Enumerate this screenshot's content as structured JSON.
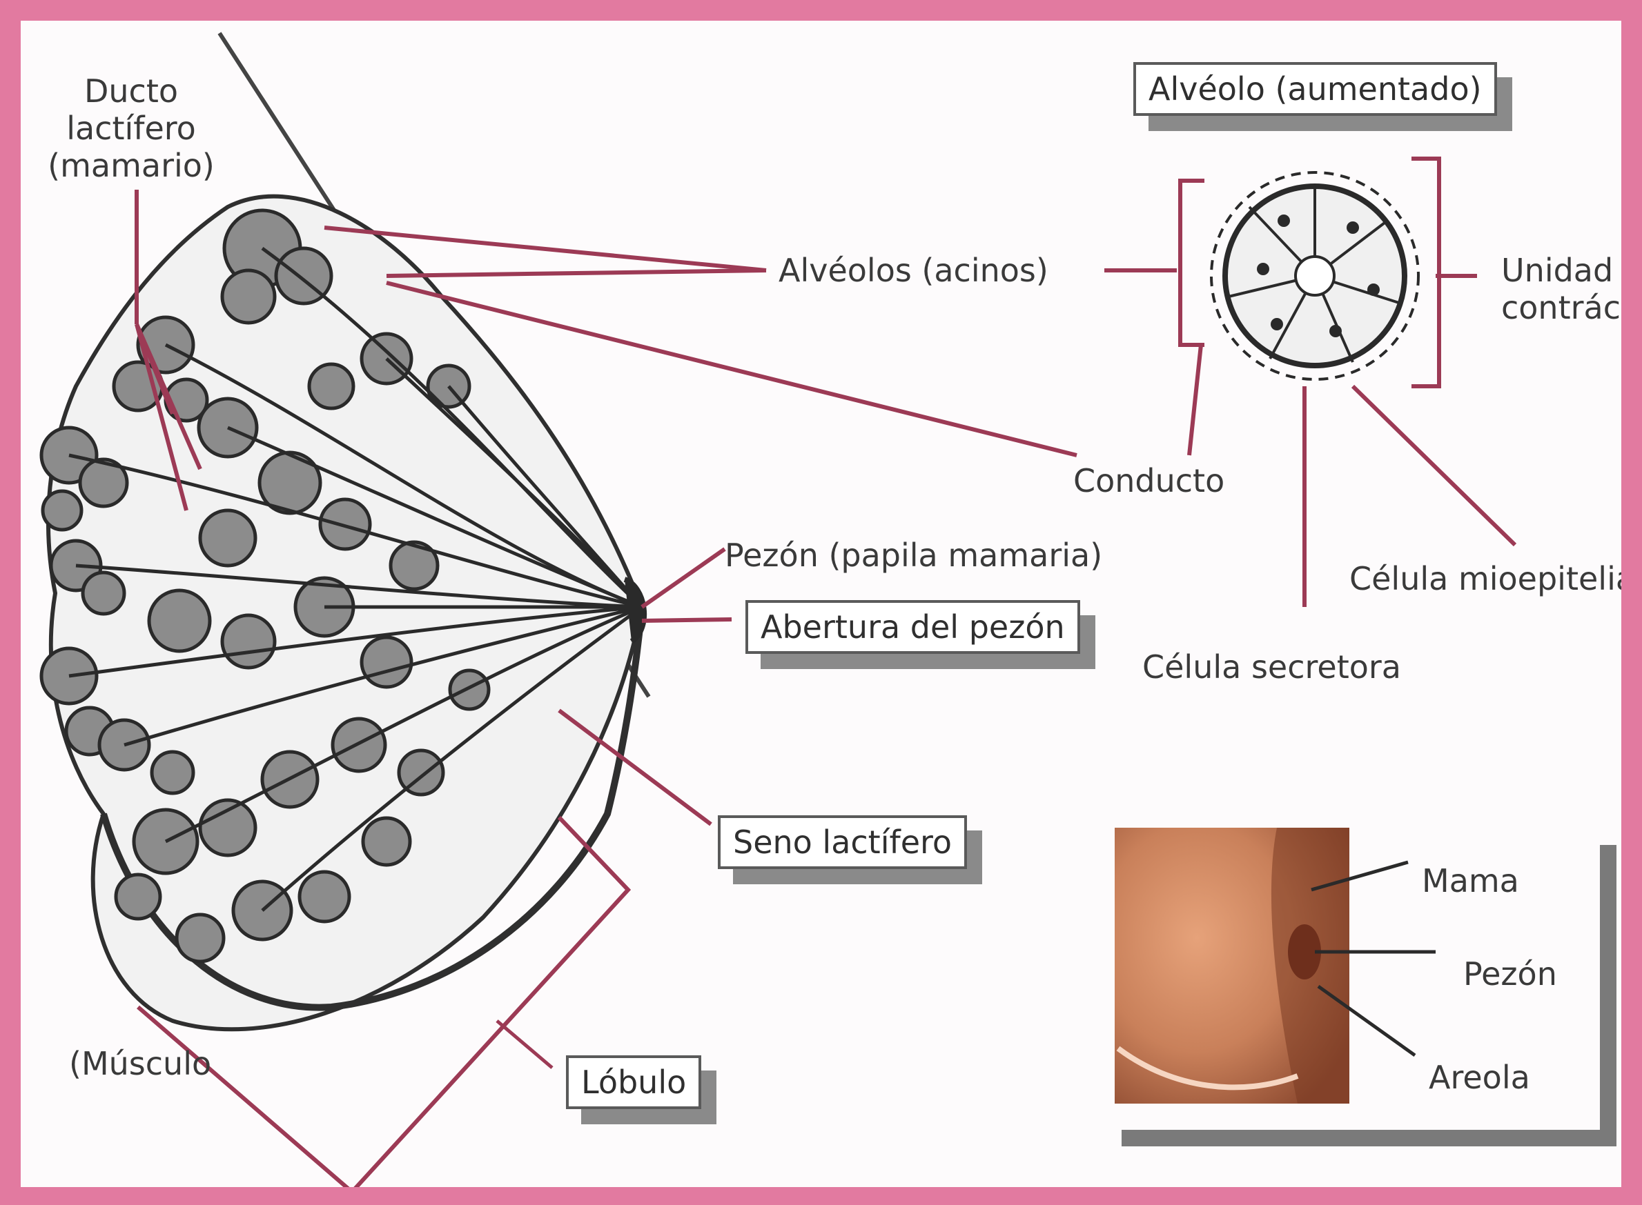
{
  "diagram": {
    "labels": {
      "conducto_lactifero": "Ducto lactífero (mamario)",
      "alveolo_aumentado": "Alvéolo (aumentado)",
      "alveolos": "Alvéolos (acinos)",
      "unidad_contractil": "Unidad contráctil",
      "conducto": "Conducto",
      "pezon_papila": "Pezón (papila mamaria)",
      "abertura_pezon": "Abertura del pezón",
      "celula_mioepitelial": "Célula mioepitelial",
      "celula_secretora": "Célula secretora",
      "seno_lactifero": "Seno lactífero",
      "lobulo": "Lóbulo",
      "musculo": "(Músculo",
      "mama": "Mama",
      "pezon": "Pezón",
      "areola": "Areola"
    }
  },
  "colors": {
    "frame": "#e27aa0",
    "leader_line": "#9c3a55",
    "shadow": "#8a8a8a",
    "skin": "#c9855f"
  }
}
